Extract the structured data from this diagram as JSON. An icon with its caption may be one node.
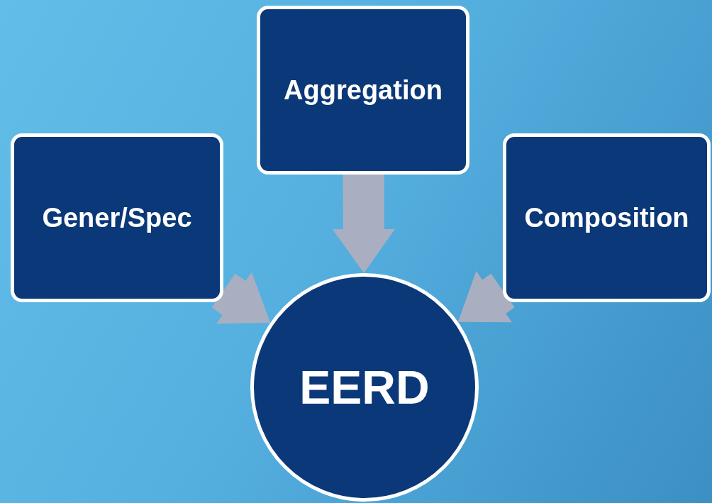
{
  "diagram": {
    "nodes": [
      {
        "text": [
          "Aggregation"
        ]
      },
      {
        "text": [
          "Gener/Spec"
        ]
      },
      {
        "text": [
          "Composition"
        ]
      },
      {
        "text": [
          "EERD"
        ]
      }
    ],
    "edges": [
      {
        "from": 0,
        "to": 3,
        "arrow": "to",
        "style": "thick"
      },
      {
        "from": 1,
        "to": 3,
        "arrow": "to",
        "style": "thick"
      },
      {
        "from": 2,
        "to": 3,
        "arrow": "to",
        "style": "thick"
      }
    ]
  }
}
